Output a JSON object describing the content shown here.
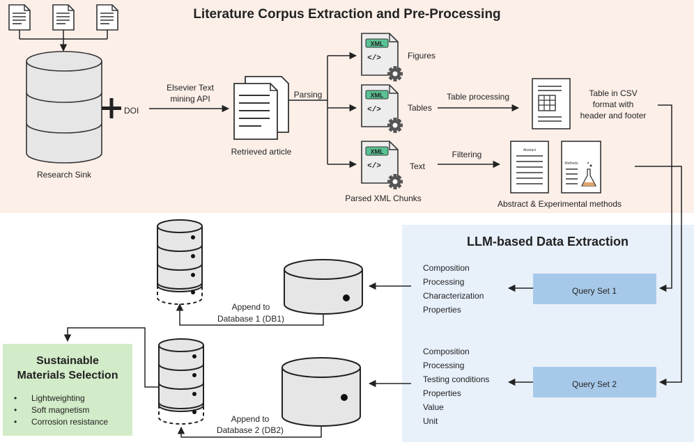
{
  "colors": {
    "top_panel": "#fcefe8",
    "llm_panel": "#e8f0fa",
    "query_box": "#a7c9e9",
    "sustain_box": "#d2ebc8",
    "xml_badge": "#59c294",
    "db_fill": "#e6e6e6"
  },
  "top_section": {
    "title": "Literature Corpus Extraction and Pre-Processing",
    "research_sink": "Research Sink",
    "doi": "DOI",
    "api_line1": "Elsevier Text",
    "api_line2": "mining API",
    "retrieved_article": "Retrieved article",
    "parsing": "Parsing",
    "figures": "Figures",
    "tables": "Tables",
    "text": "Text",
    "parsed_chunks": "Parsed XML Chunks",
    "xml_badge": "XML",
    "xml_code": "</>",
    "table_processing": "Table processing",
    "filtering": "Filtering",
    "csv_line1": "Table in CSV",
    "csv_line2": "format with",
    "csv_line3": "header and footer",
    "abstract_methods": "Abstract & Experimental methods",
    "abstract_doc_label": "Abstract",
    "methods_doc_label": "Methods"
  },
  "llm_section": {
    "title": "LLM-based Data Extraction",
    "query1": "Query Set 1",
    "query2": "Query Set 2",
    "query1_items": [
      "Composition",
      "Processing",
      "Characterization",
      "Properties"
    ],
    "query2_items": [
      "Composition",
      "Processing",
      "Testing conditions",
      "Properties",
      "Value",
      "Unit"
    ]
  },
  "databases": {
    "db1_line1": "Append to",
    "db1_line2": "Database 1 (DB1)",
    "db2_line1": "Append to",
    "db2_line2": "Database 2 (DB2)"
  },
  "sustainable": {
    "title_line1": "Sustainable",
    "title_line2": "Materials Selection",
    "bullet": "•",
    "items": [
      "Lightweighting",
      "Soft magnetism",
      "Corrosion resistance"
    ]
  }
}
